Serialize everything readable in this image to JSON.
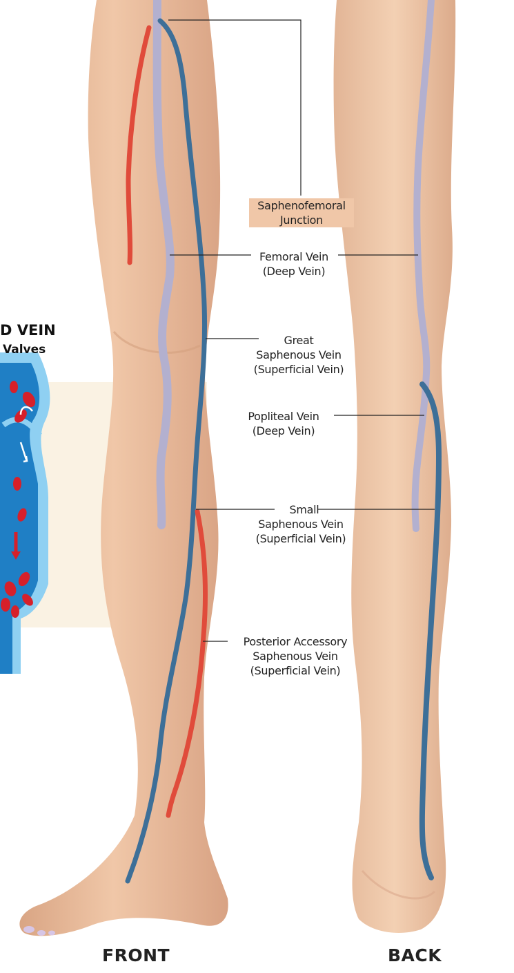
{
  "inset": {
    "title_line1": "D VEIN",
    "title_line2": "Valves"
  },
  "labels": {
    "saphenofemoral": [
      "Saphenofemoral",
      "Junction"
    ],
    "femoral": [
      "Femoral Vein",
      "(Deep Vein)"
    ],
    "great_saphenous": [
      "Great",
      "Saphenous Vein",
      "(Superficial Vein)"
    ],
    "popliteal": [
      "Popliteal Vein",
      "(Deep Vein)"
    ],
    "small_saphenous": [
      "Small",
      "Saphenous Vein",
      "(Superficial Vein)"
    ],
    "posterior_accessory": [
      "Posterior Accessory",
      "Saphenous Vein",
      "(Superficial Vein)"
    ]
  },
  "views": {
    "front": "FRONT",
    "back": "BACK"
  },
  "colors": {
    "superficial_vein": "#3d6f98",
    "deep_vein": "#b3b0cf",
    "accessory_vein": "#e04b3b",
    "skin": "#eabf9f",
    "inset_panel": "#faf2e3",
    "inset_vein_blue": "#1f7fc5",
    "inset_vein_light": "#8fd0f2",
    "blood_cell": "#d6202a"
  }
}
